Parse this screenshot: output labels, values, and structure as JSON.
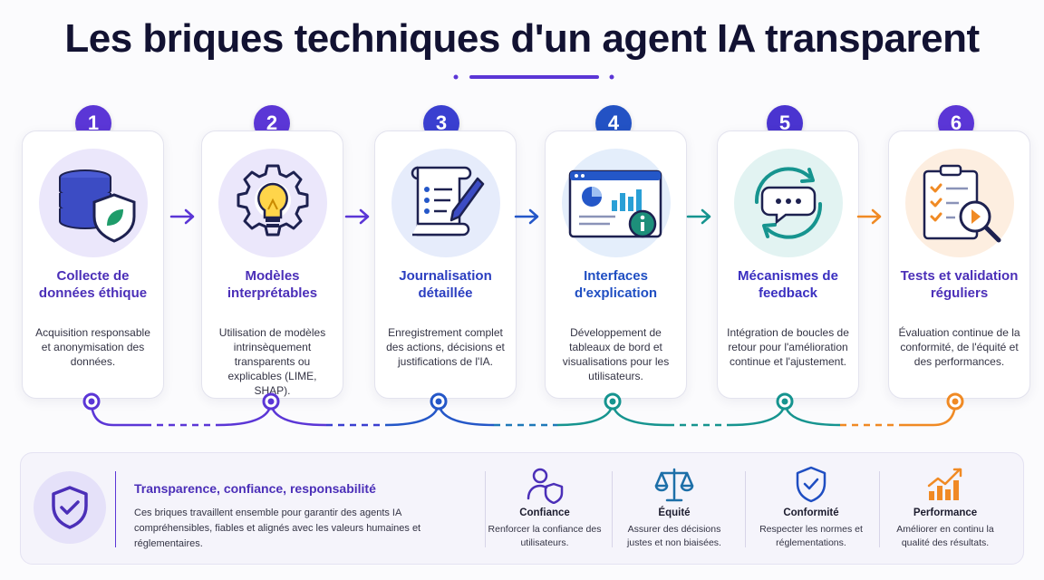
{
  "title": "Les briques techniques d'un agent IA transparent",
  "colors": {
    "purple": "#5b36d6",
    "blue": "#2457c8",
    "teal": "#16948f",
    "orange": "#f08a24",
    "navy": "#121232"
  },
  "steps": [
    {
      "number": "1",
      "icon": "database-shield-icon",
      "title": "Collecte de données éthique",
      "description": "Acquisition responsable et anonymisation des données."
    },
    {
      "number": "2",
      "icon": "lightbulb-gear-icon",
      "title": "Modèles interprétables",
      "description": "Utilisation de modèles intrinsèquement transparents ou explicables (LIME, SHAP)."
    },
    {
      "number": "3",
      "icon": "scroll-pen-icon",
      "title": "Journalisation détaillée",
      "description": "Enregistrement complet des actions, décisions et justifications de l'IA."
    },
    {
      "number": "4",
      "icon": "dashboard-info-icon",
      "title": "Interfaces d'explication",
      "description": "Développement de tableaux de bord et visualisations pour les utilisateurs."
    },
    {
      "number": "5",
      "icon": "chat-feedback-loop-icon",
      "title": "Mécanismes de feedback",
      "description": "Intégration de boucles de retour pour l'amélioration continue et l'ajustement."
    },
    {
      "number": "6",
      "icon": "checklist-magnifier-icon",
      "title": "Tests et validation réguliers",
      "description": "Évaluation continue de la conformité, de l'équité et des performances."
    }
  ],
  "summary": {
    "icon": "shield-check-icon",
    "title": "Transparence, confiance, responsabilité",
    "text": "Ces briques travaillent ensemble pour garantir des agents IA compréhensibles, fiables et alignés avec les valeurs humaines et réglementaires."
  },
  "pillars": [
    {
      "icon": "user-shield-icon",
      "title": "Confiance",
      "description": "Renforcer la confiance des utilisateurs."
    },
    {
      "icon": "scales-icon",
      "title": "Équité",
      "description": "Assurer des décisions justes et non biaisées."
    },
    {
      "icon": "shield-check-icon",
      "title": "Conformité",
      "description": "Respecter les normes et réglementations."
    },
    {
      "icon": "growth-chart-icon",
      "title": "Performance",
      "description": "Améliorer en continu la qualité des résultats."
    }
  ]
}
